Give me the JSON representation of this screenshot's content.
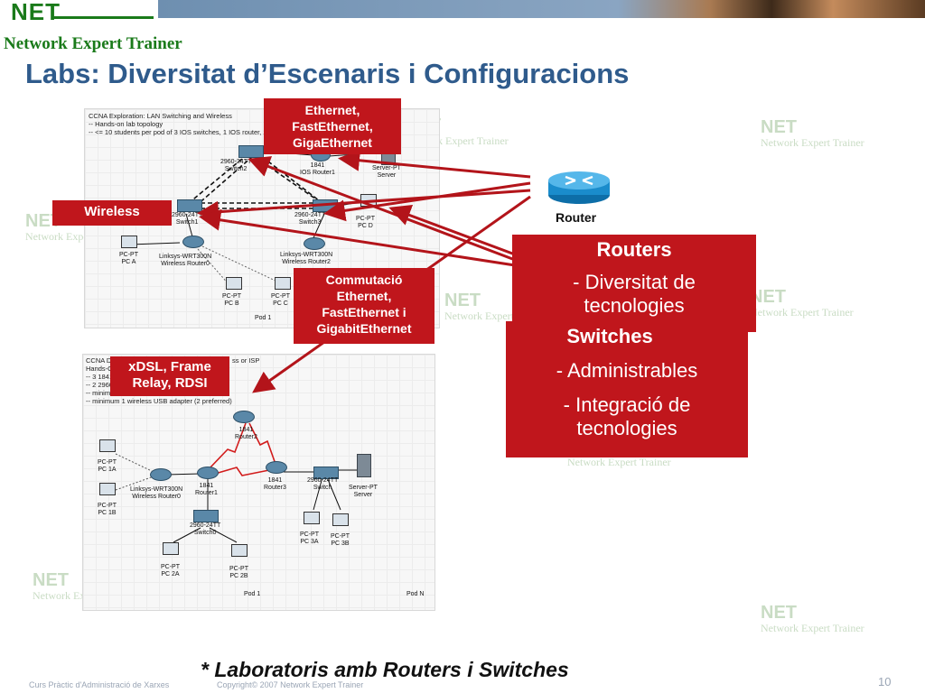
{
  "header": {
    "logo_net": "NET",
    "logo_subtitle": "Network Expert Trainer",
    "title": "Labs: Diversitat d’Escenaris i Configuracions"
  },
  "watermark": {
    "net": "NET",
    "text": "Network Expert Trainer"
  },
  "topology_top": {
    "notes": [
      "CCNA Exploration: LAN Switching and Wireless",
      "-- Hands-on lab topology",
      "-- <= 10 students per pod of 3 IOS switches, 1 IOS router, 2"
    ],
    "devices": {
      "switch2": [
        "2960-24TT",
        "Switch2"
      ],
      "router1": [
        "1841",
        "IOS Router1"
      ],
      "server": [
        "Server-PT",
        "Server"
      ],
      "switch1": [
        "2960-24TT",
        "Switch1"
      ],
      "switch3": [
        "2960-24TT",
        "Switch3"
      ],
      "pcd": [
        "PC-PT",
        "PC D"
      ],
      "pca": [
        "PC-PT",
        "PC A"
      ],
      "wrouter0": [
        "Linksys-WRT300N",
        "Wireless Router0"
      ],
      "wrouter2": [
        "Linksys-WRT300N",
        "Wireless Router2"
      ],
      "pcb": [
        "PC-PT",
        "PC B"
      ],
      "pcc": [
        "PC-PT",
        "PC C"
      ]
    },
    "pod": "Pod 1"
  },
  "topology_bottom": {
    "notes": [
      "CCNA Di...",
      "Hands-On...",
      "-- 3 1841",
      "-- 2 2960",
      "-- minimum...",
      "-- minimum 1 wireless USB adapter (2 preferred)"
    ],
    "notes_right": "ss or ISP",
    "devices": {
      "router2": [
        "1841",
        "Router2"
      ],
      "pc1a": [
        "PC-PT",
        "PC 1A"
      ],
      "pc1b": [
        "PC-PT",
        "PC 1B"
      ],
      "wrouter0": [
        "Linksys-WRT300N",
        "Wireless Router0"
      ],
      "router1": [
        "1841",
        "Router1"
      ],
      "router3": [
        "1841",
        "Router3"
      ],
      "switch": [
        "2960-24TT",
        "Switch"
      ],
      "server": [
        "Server-PT",
        "Server"
      ],
      "switch0": [
        "2960-24TT",
        "Switch0"
      ],
      "pc3a": [
        "PC-PT",
        "PC 3A"
      ],
      "pc3b": [
        "PC-PT",
        "PC 3B"
      ],
      "pc2a": [
        "PC-PT",
        "PC 2A"
      ],
      "pc2b": [
        "PC-PT",
        "PC 2B"
      ]
    },
    "pod": "Pod 1",
    "podn": "Pod N"
  },
  "callouts": {
    "ethernet": [
      "Ethernet,",
      "FastEthernet,",
      "GigaEthernet"
    ],
    "wireless": "Wireless",
    "commutacio": [
      "Commutació",
      "Ethernet,",
      "FastEthernet i",
      "GigabitEthernet"
    ],
    "xdsl": [
      "xDSL, Frame",
      "Relay, RDSI"
    ],
    "router_label": "Router"
  },
  "routers_box": {
    "heading": "Routers",
    "lines": [
      "- Diversitat de",
      "tecnologies"
    ]
  },
  "switches_box": {
    "heading": "Switches",
    "lines": [
      "- Administrables",
      "- Integració de",
      "tecnologies"
    ]
  },
  "footer": {
    "main": "* Laboratoris amb Routers i Switches",
    "course": "Curs Pràctic d'Administració de Xarxes",
    "copyright": "Copyright© 2007 Network Expert Trainer",
    "page": "10"
  },
  "colors": {
    "title": "#2f5b8c",
    "callout_red": "#c0161c",
    "logo_green": "#1a7a1a",
    "watermark": "#c9dcc4"
  }
}
